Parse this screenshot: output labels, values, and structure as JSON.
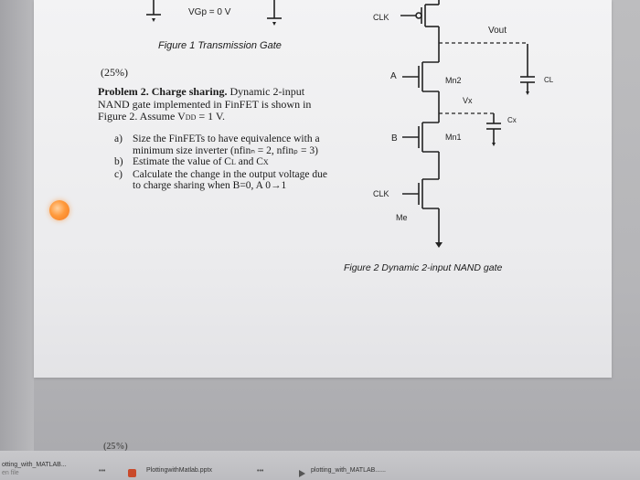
{
  "top": {
    "vgp_label": "VGp = 0 V",
    "fig1_caption": "Figure 1 Transmission Gate"
  },
  "problem": {
    "weight": "(25%)",
    "title": "Problem 2. Charge sharing.",
    "intro_rest": " Dynamic 2-input",
    "line2": "NAND gate implemented in FinFET is shown in",
    "line3": "Figure 2. Assume V",
    "vdd_sub": "DD",
    "line3_end": " = 1 V.",
    "items": [
      {
        "marker": "a)",
        "line1": "Size the FinFETs to have equivalence with a",
        "line2": "minimum size inverter (nfinₙ = 2, nfinₚ = 3)"
      },
      {
        "marker": "b)",
        "line1": "Estimate the value of C",
        "sub1": "L",
        "mid": " and C",
        "sub2": "X",
        "line2": ""
      },
      {
        "marker": "c)",
        "line1": "Calculate the change in the output voltage due",
        "line2": "to charge sharing when B=0, A 0→1"
      }
    ]
  },
  "circuit": {
    "clk_top": "CLK",
    "vout": "Vout",
    "a": "A",
    "mn2": "Mn2",
    "cl": "CL",
    "vx": "Vx",
    "cx": "Cx",
    "b": "B",
    "mn1": "Mn1",
    "clk_bottom": "CLK",
    "me": "Me",
    "fig2_caption": "Figure 2 Dynamic 2-input NAND gate"
  },
  "footer": {
    "partial_weight": "(25%)",
    "tasks": [
      "otting_with_MATLAB...",
      "en file",
      "PlottingwithMatlab.pptx",
      "plotting_with_MATLAB......"
    ]
  }
}
